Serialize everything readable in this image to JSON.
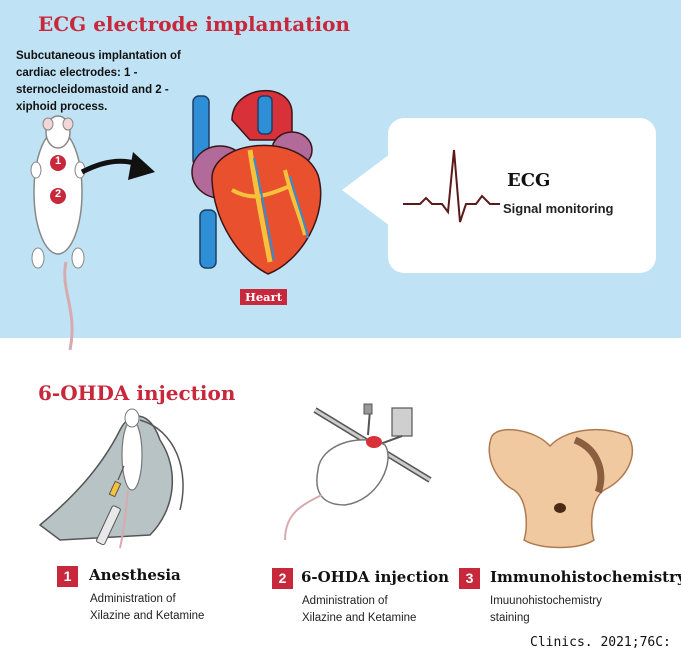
{
  "top": {
    "title": "ECG electrode implantation",
    "description": "Subcutaneous implantation of cardiac electrodes: 1 - sternocleidomastoid  and 2 - xiphoid process.",
    "electrode_1": "1",
    "electrode_2": "2",
    "heart_label": "Heart",
    "ecg_title": "ECG",
    "ecg_subtitle": "Signal monitoring"
  },
  "bottom": {
    "title": "6-OHDA injection",
    "steps": [
      {
        "num": "1",
        "title": "Anesthesia",
        "desc_line1": "Administration of",
        "desc_line2": "Xilazine and Ketamine"
      },
      {
        "num": "2",
        "title": "6-OHDA injection",
        "desc_line1": "Administration of",
        "desc_line2": "Xilazine and Ketamine"
      },
      {
        "num": "3",
        "title": "Immunohistochemistry",
        "desc_line1": "Imuunohistochemistry",
        "desc_line2": "staining"
      }
    ]
  },
  "citation": "Clinics. 2021;76C:",
  "colors": {
    "accent_red": "#c8283c",
    "panel_blue": "#bfe2f4",
    "heart_red": "#e8502e",
    "vessel_blue": "#2f8fd6",
    "atrium_purple": "#b26a9a",
    "glove_gray": "#b7c3c4",
    "tissue_tan": "#f0c9a0"
  }
}
